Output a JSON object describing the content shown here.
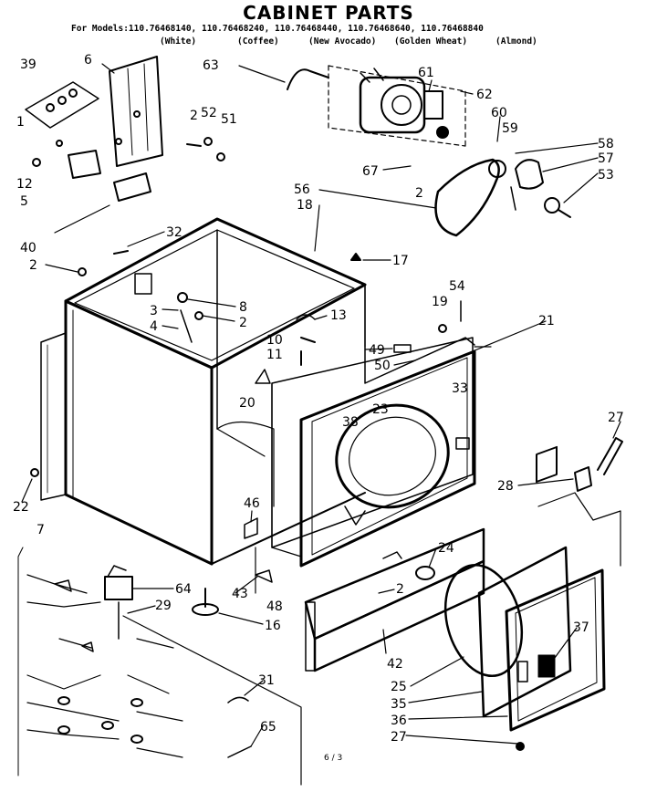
{
  "header": {
    "title": "CABINET PARTS",
    "models": "For Models:110.76468140, 110.76468240, 110.76468440, 110.76468640, 110.76468840",
    "colors": [
      "(White)",
      "(Coffee)",
      "(New Avocado)",
      "(Golden Wheat)",
      "(Almond)"
    ]
  },
  "callouts": [
    {
      "id": "c39",
      "label": "39"
    },
    {
      "id": "c6",
      "label": "6"
    },
    {
      "id": "c63",
      "label": "63"
    },
    {
      "id": "c61",
      "label": "61"
    },
    {
      "id": "c62",
      "label": "62"
    },
    {
      "id": "c2a",
      "label": "2"
    },
    {
      "id": "c52",
      "label": "52"
    },
    {
      "id": "c51",
      "label": "51"
    },
    {
      "id": "c60",
      "label": "60"
    },
    {
      "id": "c59",
      "label": "59"
    },
    {
      "id": "c58",
      "label": "58"
    },
    {
      "id": "c57",
      "label": "57"
    },
    {
      "id": "c53",
      "label": "53"
    },
    {
      "id": "c1",
      "label": "1"
    },
    {
      "id": "c67",
      "label": "67"
    },
    {
      "id": "c2b",
      "label": "2"
    },
    {
      "id": "c12",
      "label": "12"
    },
    {
      "id": "c5",
      "label": "5"
    },
    {
      "id": "c56",
      "label": "56"
    },
    {
      "id": "c18",
      "label": "18"
    },
    {
      "id": "c40",
      "label": "40"
    },
    {
      "id": "c32",
      "label": "32"
    },
    {
      "id": "c17",
      "label": "17"
    },
    {
      "id": "c2c",
      "label": "2"
    },
    {
      "id": "c54",
      "label": "54"
    },
    {
      "id": "c19",
      "label": "19"
    },
    {
      "id": "c21",
      "label": "21"
    },
    {
      "id": "c8",
      "label": "8"
    },
    {
      "id": "c3",
      "label": "3"
    },
    {
      "id": "c2d",
      "label": "2"
    },
    {
      "id": "c13",
      "label": "13"
    },
    {
      "id": "c4",
      "label": "4"
    },
    {
      "id": "c10",
      "label": "10"
    },
    {
      "id": "c11",
      "label": "11"
    },
    {
      "id": "c49",
      "label": "49"
    },
    {
      "id": "c50",
      "label": "50"
    },
    {
      "id": "c20",
      "label": "20"
    },
    {
      "id": "c33",
      "label": "33"
    },
    {
      "id": "c23",
      "label": "23"
    },
    {
      "id": "c38",
      "label": "38"
    },
    {
      "id": "c27a",
      "label": "27"
    },
    {
      "id": "c28",
      "label": "28"
    },
    {
      "id": "c22",
      "label": "22"
    },
    {
      "id": "c7",
      "label": "7"
    },
    {
      "id": "c46",
      "label": "46"
    },
    {
      "id": "c24",
      "label": "24"
    },
    {
      "id": "c64",
      "label": "64"
    },
    {
      "id": "c29",
      "label": "29"
    },
    {
      "id": "c43",
      "label": "43"
    },
    {
      "id": "c2e",
      "label": "2"
    },
    {
      "id": "c48",
      "label": "48"
    },
    {
      "id": "c16",
      "label": "16"
    },
    {
      "id": "c37",
      "label": "37"
    },
    {
      "id": "c42",
      "label": "42"
    },
    {
      "id": "c31",
      "label": "31"
    },
    {
      "id": "c25",
      "label": "25"
    },
    {
      "id": "c35",
      "label": "35"
    },
    {
      "id": "c36",
      "label": "36"
    },
    {
      "id": "c65",
      "label": "65"
    },
    {
      "id": "c27b",
      "label": "27"
    }
  ],
  "footer": {
    "page": "6 / 3"
  }
}
